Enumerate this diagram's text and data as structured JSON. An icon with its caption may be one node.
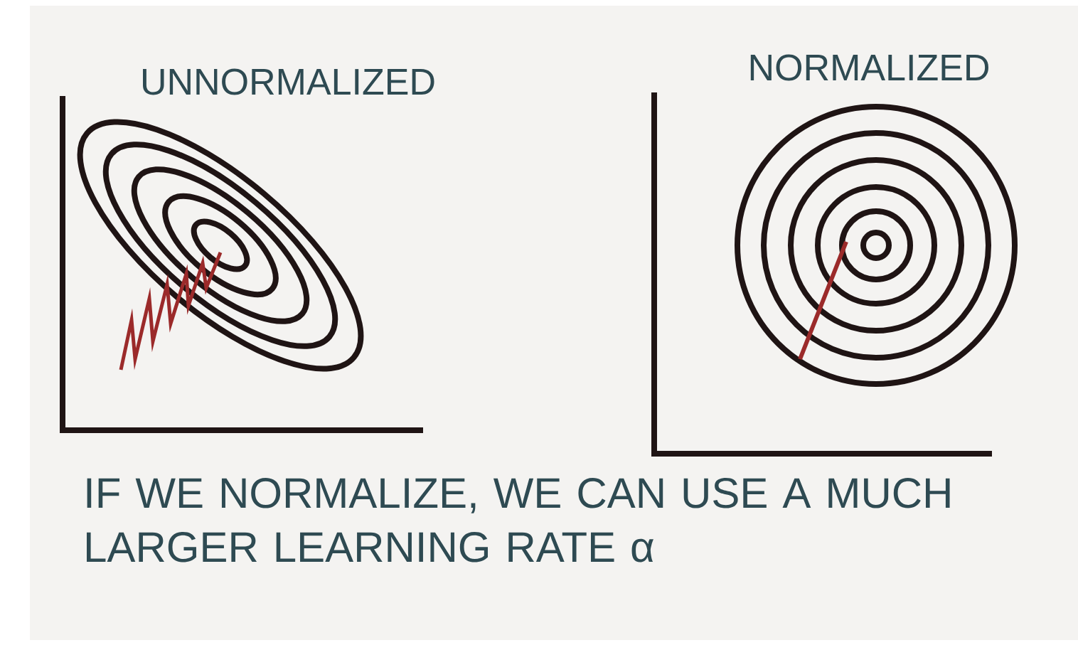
{
  "diagram": {
    "labels": [
      "UNNORMALIZED",
      "NORMALIZED"
    ],
    "caption": "IF WE NORMALIZE, WE CAN USE A MUCH LARGER LEARNING RATE α"
  }
}
